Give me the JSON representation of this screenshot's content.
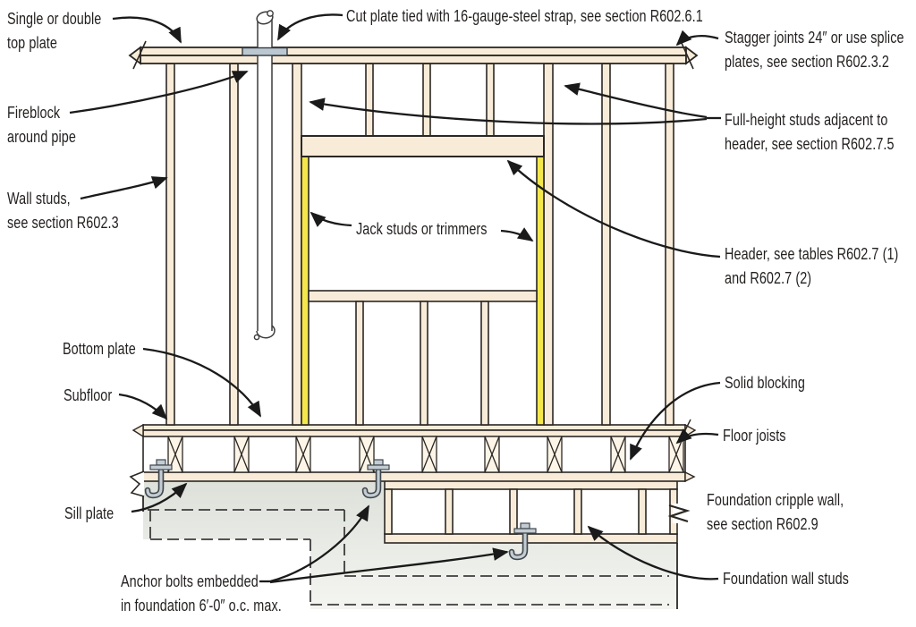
{
  "diagram": {
    "labels": {
      "top_plate": {
        "line1": "Single or double",
        "line2": "top plate"
      },
      "cut_plate": {
        "line1": "Cut plate tied with 16-gauge-steel strap, see section R602.6.1"
      },
      "stagger_joints": {
        "line1": "Stagger joints 24″ or use splice",
        "line2": "plates, see section R602.3.2"
      },
      "fireblock": {
        "line1": "Fireblock",
        "line2": "around pipe"
      },
      "wall_studs": {
        "line1": "Wall studs,",
        "line2": "see section R602.3"
      },
      "jack_studs": {
        "line1": "Jack studs or trimmers"
      },
      "full_height_studs": {
        "line1": "Full-height studs adjacent to",
        "line2": "header, see section R602.7.5"
      },
      "header": {
        "line1": "Header, see tables R602.7 (1)",
        "line2": "and R602.7 (2)"
      },
      "bottom_plate": {
        "line1": "Bottom plate"
      },
      "subfloor": {
        "line1": "Subfloor"
      },
      "sill_plate": {
        "line1": "Sill plate"
      },
      "solid_blocking": {
        "line1": "Solid blocking"
      },
      "floor_joists": {
        "line1": "Floor joists"
      },
      "foundation_cripple_wall": {
        "line1": "Foundation cripple wall,",
        "line2": "see section R602.9"
      },
      "anchor_bolts": {
        "line1": "Anchor bolts embedded",
        "line2": "in foundation 6′-0″ o.c. max."
      },
      "foundation_wall_studs": {
        "line1": "Foundation wall studs"
      }
    },
    "colors": {
      "lumber": "#f8ecd9",
      "jack_stud_highlight": "#f3e74b",
      "steel_strap": "#bcc8d1",
      "foundation_gray": "#dde1da",
      "outline": "#2b2723",
      "text": "#221f1e"
    }
  }
}
